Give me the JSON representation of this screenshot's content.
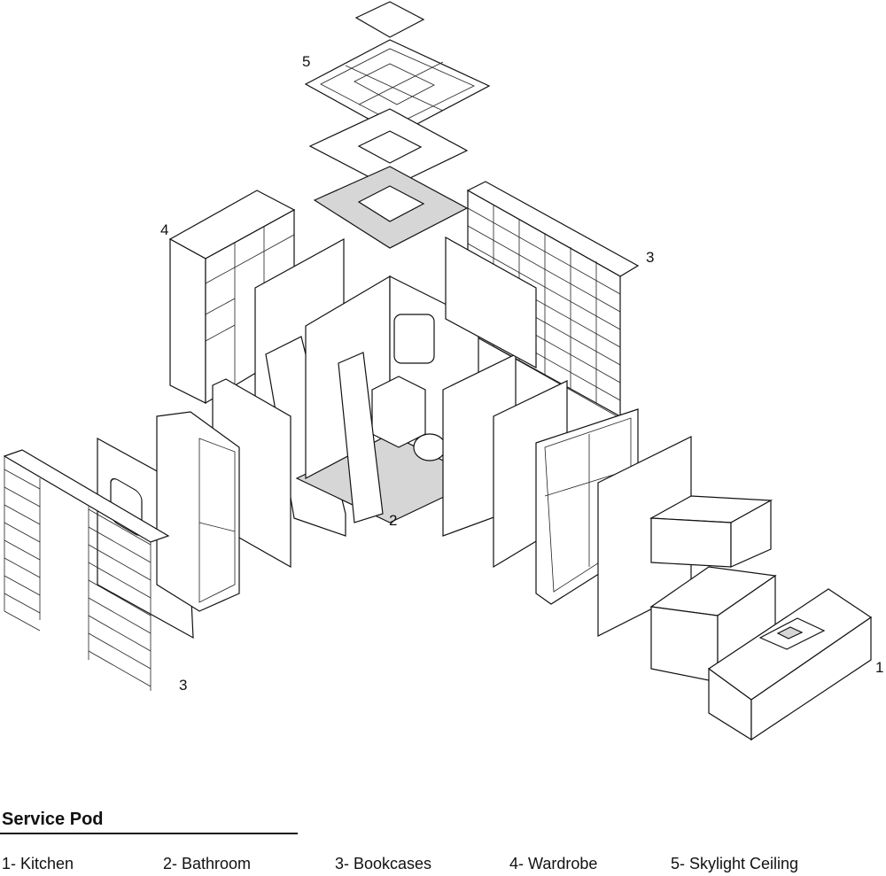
{
  "diagram": {
    "callouts": {
      "c5": "5",
      "c4": "4",
      "c3a": "3",
      "c2": "2",
      "c3b": "3",
      "c1": "1"
    }
  },
  "legend": {
    "title": "Service Pod",
    "items": [
      "1- Kitchen",
      "2- Bathroom",
      "3- Bookcases",
      "4- Wardrobe",
      "5- Skylight Ceiling"
    ]
  }
}
